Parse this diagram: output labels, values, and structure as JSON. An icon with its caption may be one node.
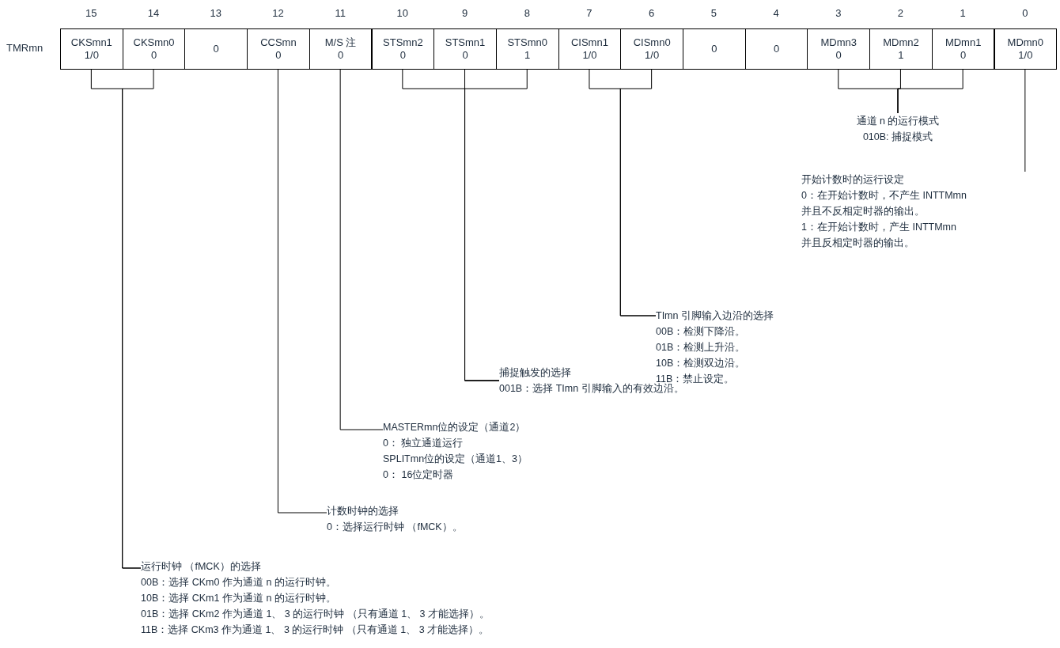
{
  "diagram": {
    "nodes": [
      {
        "text": [
          "CKSmn1",
          "1/0"
        ]
      },
      {
        "text": [
          "CKSmn0",
          "0"
        ]
      },
      {
        "text": [
          "0"
        ]
      },
      {
        "text": [
          "CCSmn",
          "0"
        ]
      },
      {
        "text": [
          "M/S 注",
          "0"
        ]
      },
      {
        "text": [
          "STSmn2",
          "0"
        ]
      },
      {
        "text": [
          "STSmn1",
          "0"
        ]
      },
      {
        "text": [
          "STSmn0",
          "1"
        ]
      },
      {
        "text": [
          "CISmn1",
          "1/0"
        ]
      },
      {
        "text": [
          "CISmn0",
          "1/0"
        ]
      },
      {
        "text": [
          "0"
        ]
      },
      {
        "text": [
          "0"
        ]
      },
      {
        "text": [
          "MDmn3",
          "0"
        ]
      },
      {
        "text": [
          "MDmn2",
          "1"
        ]
      },
      {
        "text": [
          "MDmn1",
          "0"
        ]
      },
      {
        "text": [
          "MDmn0",
          "1/0"
        ]
      },
      {
        "text": [
          "通道 n 的运行模式",
          "010B: 捕捉模式"
        ]
      },
      {
        "text": [
          "开始计数时的运行设定",
          "0：在开始计数时，不产生 INTTMmn",
          "并且不反相定时器的输出。",
          "1：在开始计数时，产生 INTTMmn",
          "并且反相定时器的输出。"
        ]
      },
      {
        "text": [
          "TImn 引脚输入边沿的选择",
          "00B：检测下降沿。",
          "01B：检测上升沿。",
          "10B：检测双边沿。",
          "11B：禁止设定。"
        ]
      },
      {
        "text": [
          "捕捉触发的选择",
          "001B：选择 TImn 引脚输入的有效边沿。"
        ]
      },
      {
        "text": [
          "MASTERmn位的设定（通道2）",
          "0： 独立通道运行",
          "SPLITmn位的设定（通道1、3）",
          "0： 16位定时器"
        ]
      },
      {
        "text": [
          "计数时钟的选择",
          "0：选择运行时钟 （fMCK）。"
        ]
      },
      {
        "text": [
          "运行时钟 （fMCK）的选择",
          "00B：选择 CKm0 作为通道 n 的运行时钟。",
          "10B：选择 CKm1 作为通道 n 的运行时钟。",
          "01B：选择 CKm2 作为通道 1、 3 的运行时钟 （只有通道 1、 3 才能选择）。",
          "11B：选择 CKm3 作为通道 1、 3 的运行时钟 （只有通道 1、 3 才能选择）。"
        ]
      }
    ],
    "edges": [
      {
        "from": 12,
        "to": 16,
        "arrow": "none"
      },
      {
        "from": 13,
        "to": 16,
        "arrow": "none"
      },
      {
        "from": 14,
        "to": 16,
        "arrow": "none"
      },
      {
        "from": 15,
        "to": 17,
        "arrow": "none"
      },
      {
        "from": 8,
        "to": 18,
        "arrow": "none"
      },
      {
        "from": 9,
        "to": 18,
        "arrow": "none"
      },
      {
        "from": 5,
        "to": 19,
        "arrow": "none"
      },
      {
        "from": 6,
        "to": 19,
        "arrow": "none"
      },
      {
        "from": 7,
        "to": 19,
        "arrow": "none"
      },
      {
        "from": 4,
        "to": 20,
        "arrow": "none"
      },
      {
        "from": 3,
        "to": 21,
        "arrow": "none"
      },
      {
        "from": 0,
        "to": 22,
        "arrow": "none"
      },
      {
        "from": 1,
        "to": 22,
        "arrow": "none"
      }
    ],
    "labels": [
      "15",
      "14",
      "13",
      "12",
      "11",
      "10",
      "9",
      "8",
      "7",
      "6",
      "5",
      "4",
      "3",
      "2",
      "1",
      "0",
      "TMRmn"
    ]
  }
}
